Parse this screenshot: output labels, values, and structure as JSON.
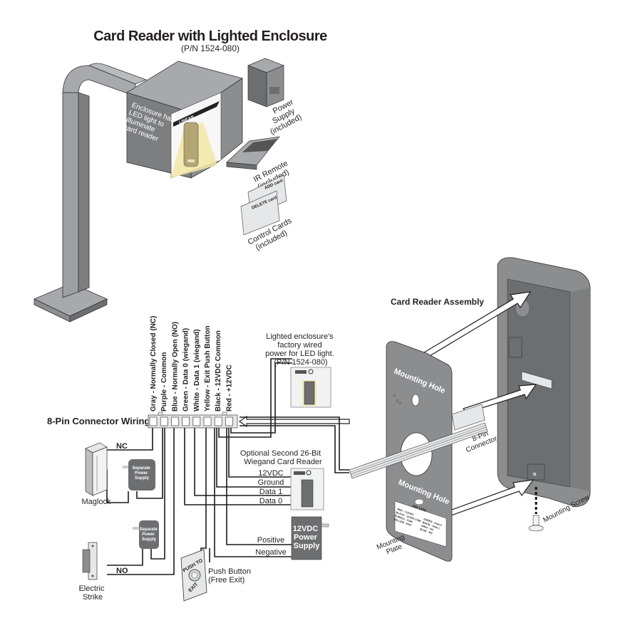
{
  "header": {
    "title": "Card Reader with Lighted Enclosure",
    "part_number": "(P/N 1524-080)"
  },
  "enclosure": {
    "note_lines": [
      "Enclosure has",
      "LED light to",
      "illuminate",
      "card reader"
    ],
    "brand_label": "LINEAR"
  },
  "included_items": {
    "power_supply": [
      "Power",
      "Supply",
      "(included)"
    ],
    "ir_remote": [
      "IR Remote",
      "(included)"
    ],
    "control_cards": [
      "Control Cards",
      "(included)"
    ],
    "add_card": "ADD card",
    "delete_card": "DELETE card"
  },
  "connector": {
    "title": "8-Pin Connector Wiring",
    "pins": [
      "Gray - Normally Closed (NC)",
      "Purple - Common",
      "Blue - Normally Open (NO)",
      "Green - Data 0 (wiegand)",
      "White - Data 1 (wiegand)",
      "Yellow - Exit Push Button",
      "Black - 12VDC Common",
      "Red - +12VDC"
    ]
  },
  "lighted_enclosure_note": [
    "Lighted enclosure's",
    "factory wired",
    "power for LED light.",
    "(P/N 1524-080)"
  ],
  "second_reader": {
    "title_lines": [
      "Optional Second 26-Bit",
      "Wiegand Card Reader"
    ],
    "wires": [
      "12VDC",
      "Ground",
      "Data 1",
      "Data 0"
    ]
  },
  "power_supply_12v": {
    "label_lines": [
      "12VDC",
      "Power",
      "Supply"
    ],
    "wires": [
      "Positive",
      "Negative"
    ]
  },
  "maglock": {
    "label": "Maglock",
    "wire_label": "NC",
    "psu_lines": [
      "Separate",
      "Power",
      "Supply"
    ]
  },
  "electric_strike": {
    "label_lines": [
      "Electric",
      "Strike"
    ],
    "wire_label": "NO",
    "psu_lines": [
      "Separate",
      "Power",
      "Supply"
    ]
  },
  "push_button": {
    "plate_lines": [
      "PUSH TO",
      "EXIT"
    ],
    "label_lines": [
      "Push Button",
      "(Free Exit)"
    ]
  },
  "assembly": {
    "title": "Card Reader Assembly",
    "mounting_hole": "Mounting Hole",
    "mounting_hole_2": "Mounting Hole",
    "eight_pin": [
      "8-Pin",
      "Connector"
    ],
    "mounting_plate": [
      "Mounting",
      "Plate"
    ],
    "mounting_screw": "Mounting Screw",
    "plate_label_title": "HM 1000",
    "plate_label_left": [
      "RED - +12VDC",
      "BLACK - 12VDC COM",
      "PURPLE - COM",
      "YELLOW - EXIT"
    ],
    "plate_label_right": [
      "GREEN - Data 0",
      "WHITE - Data 1",
      "GRAY - NC",
      "BLUE - NO"
    ]
  },
  "colors": {
    "device_gray": "#8c8d8f",
    "device_dark": "#6d6e70",
    "device_light": "#a7a9ac",
    "led_glow": "#f3e8a4",
    "text": "#231f20"
  }
}
